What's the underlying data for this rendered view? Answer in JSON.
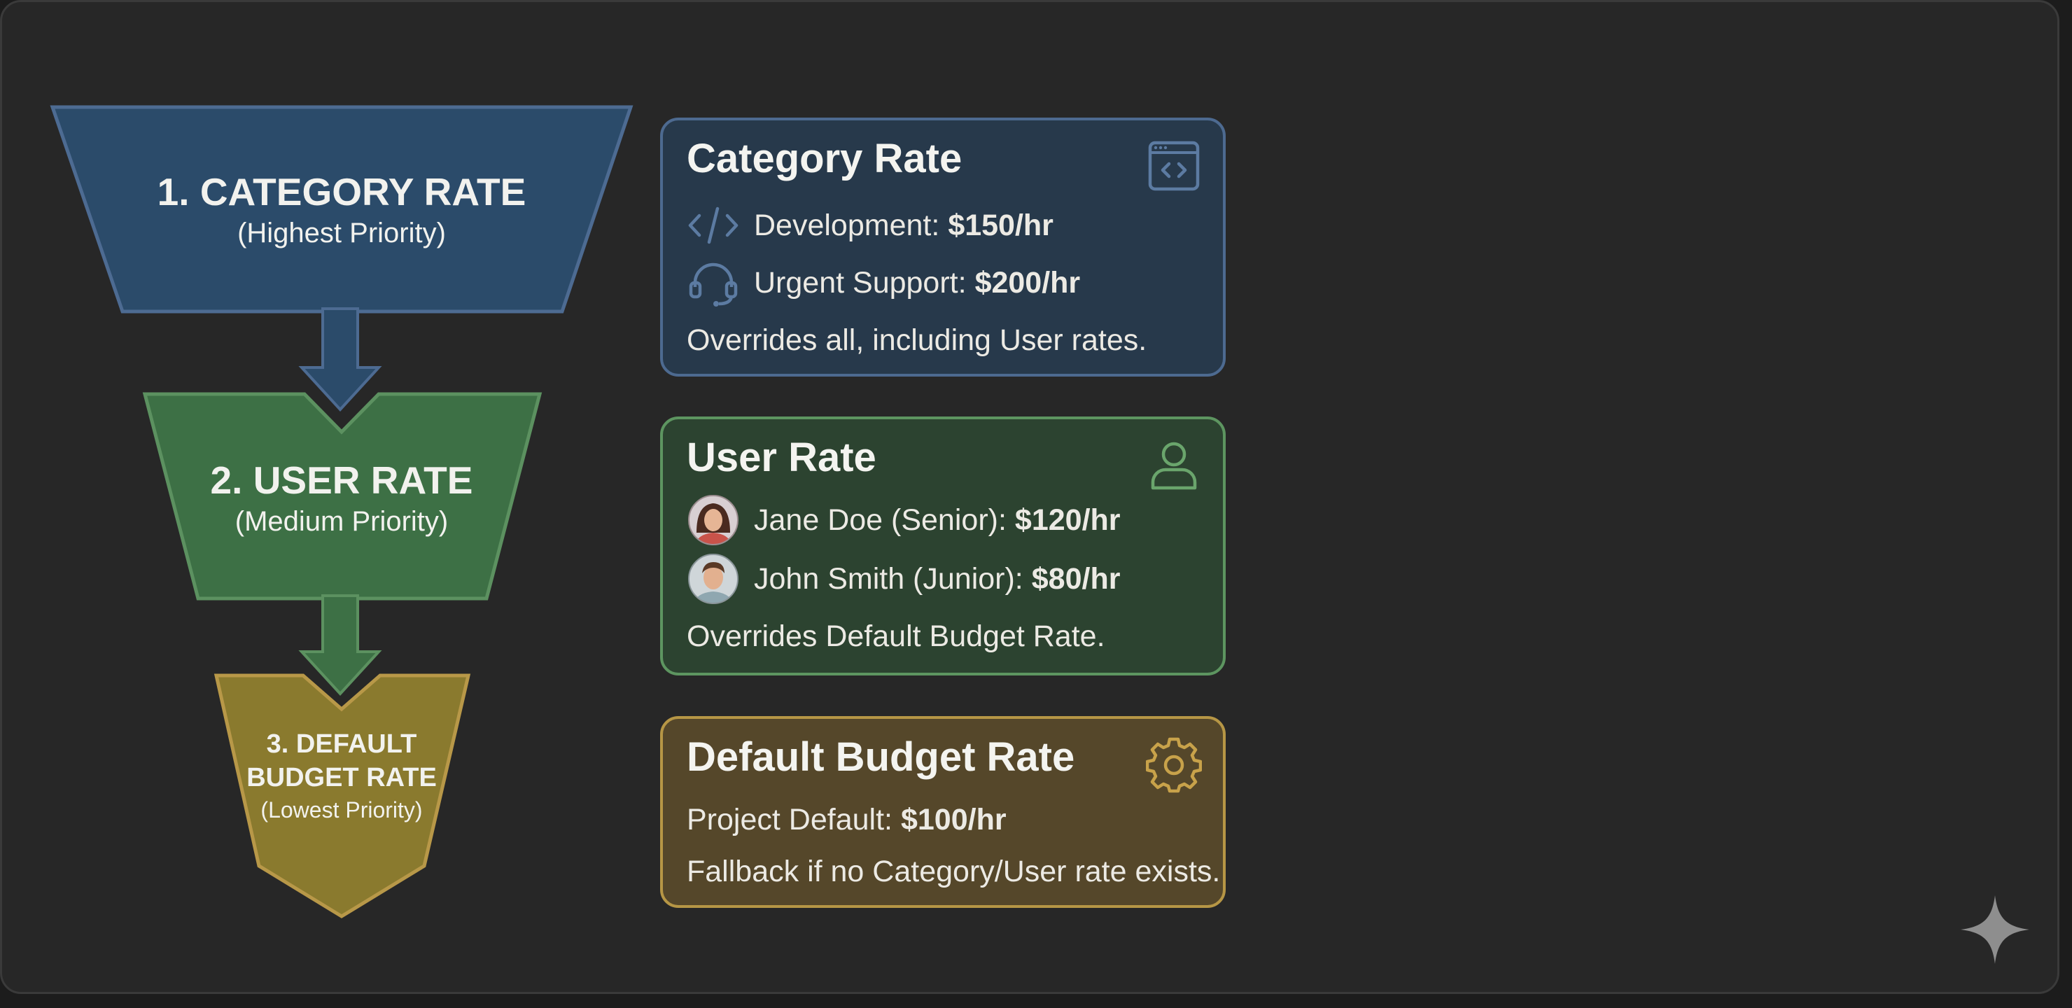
{
  "colors": {
    "category": "#2b4b6a",
    "user": "#3d7045",
    "default": "#8a7a2e",
    "background": "#272727"
  },
  "funnel": [
    {
      "title": "1. CATEGORY RATE",
      "subtitle": "(Highest Priority)"
    },
    {
      "title": "2. USER RATE",
      "subtitle": "(Medium Priority)"
    },
    {
      "title_lines": [
        "3. DEFAULT",
        "BUDGET RATE"
      ],
      "subtitle": "(Lowest Priority)"
    }
  ],
  "cards": {
    "category": {
      "title": "Category Rate",
      "icon": "browser-code-icon",
      "rows": [
        {
          "icon": "code-icon",
          "label": "Development:",
          "value": "$150/hr"
        },
        {
          "icon": "headset-icon",
          "label": "Urgent Support:",
          "value": "$200/hr"
        }
      ],
      "note": "Overrides all, including User rates."
    },
    "user": {
      "title": "User Rate",
      "icon": "user-icon",
      "rows": [
        {
          "icon": "avatar-jane",
          "label": "Jane Doe (Senior):",
          "value": "$120/hr"
        },
        {
          "icon": "avatar-john",
          "label": "John Smith (Junior):",
          "value": "$80/hr"
        }
      ],
      "note": "Overrides Default Budget Rate."
    },
    "default": {
      "title": "Default Budget Rate",
      "icon": "gear-icon",
      "rows": [
        {
          "label": "Project Default:",
          "value": "$100/hr"
        }
      ],
      "note": "Fallback if no Category/User rate exists."
    }
  }
}
